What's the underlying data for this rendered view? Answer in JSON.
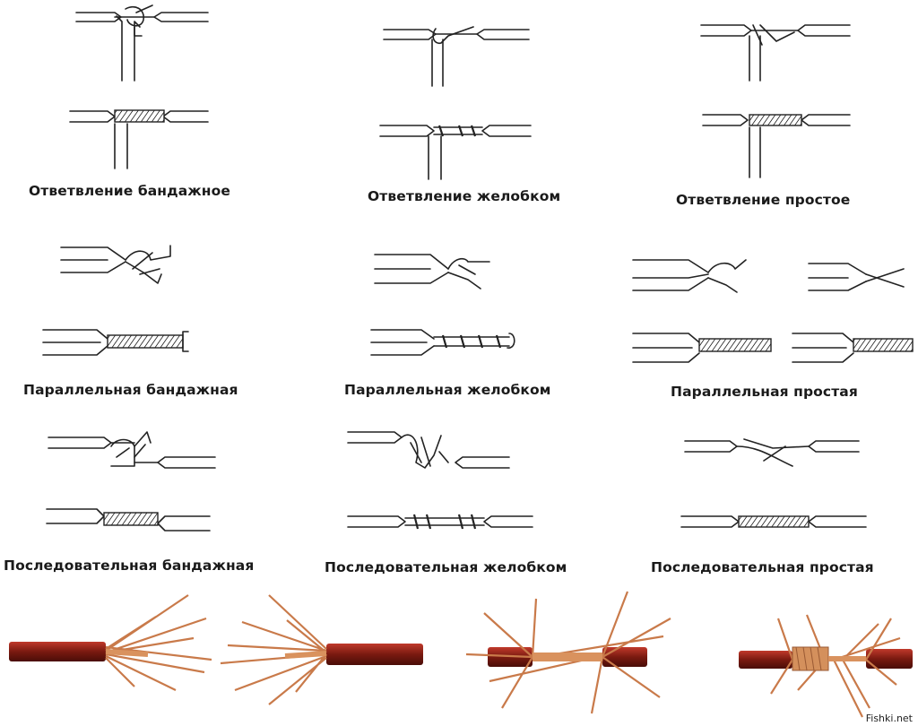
{
  "captions": {
    "branch_bandage": "Ответвление бандажное",
    "branch_groove": "Ответвление желобком",
    "branch_simple": "Ответвление простое",
    "parallel_bandage": "Параллельная бандажная",
    "parallel_groove": "Параллельная желобком",
    "parallel_simple": "Параллельная простая",
    "serial_bandage": "Последовательная бандажная",
    "serial_groove": "Последовательная желобком",
    "serial_simple": "Последовательная простая"
  },
  "watermark": "Fishki.net",
  "colors": {
    "line": "#222222",
    "cable_insulation": "#8a1f14",
    "copper": "#c97a4a"
  }
}
